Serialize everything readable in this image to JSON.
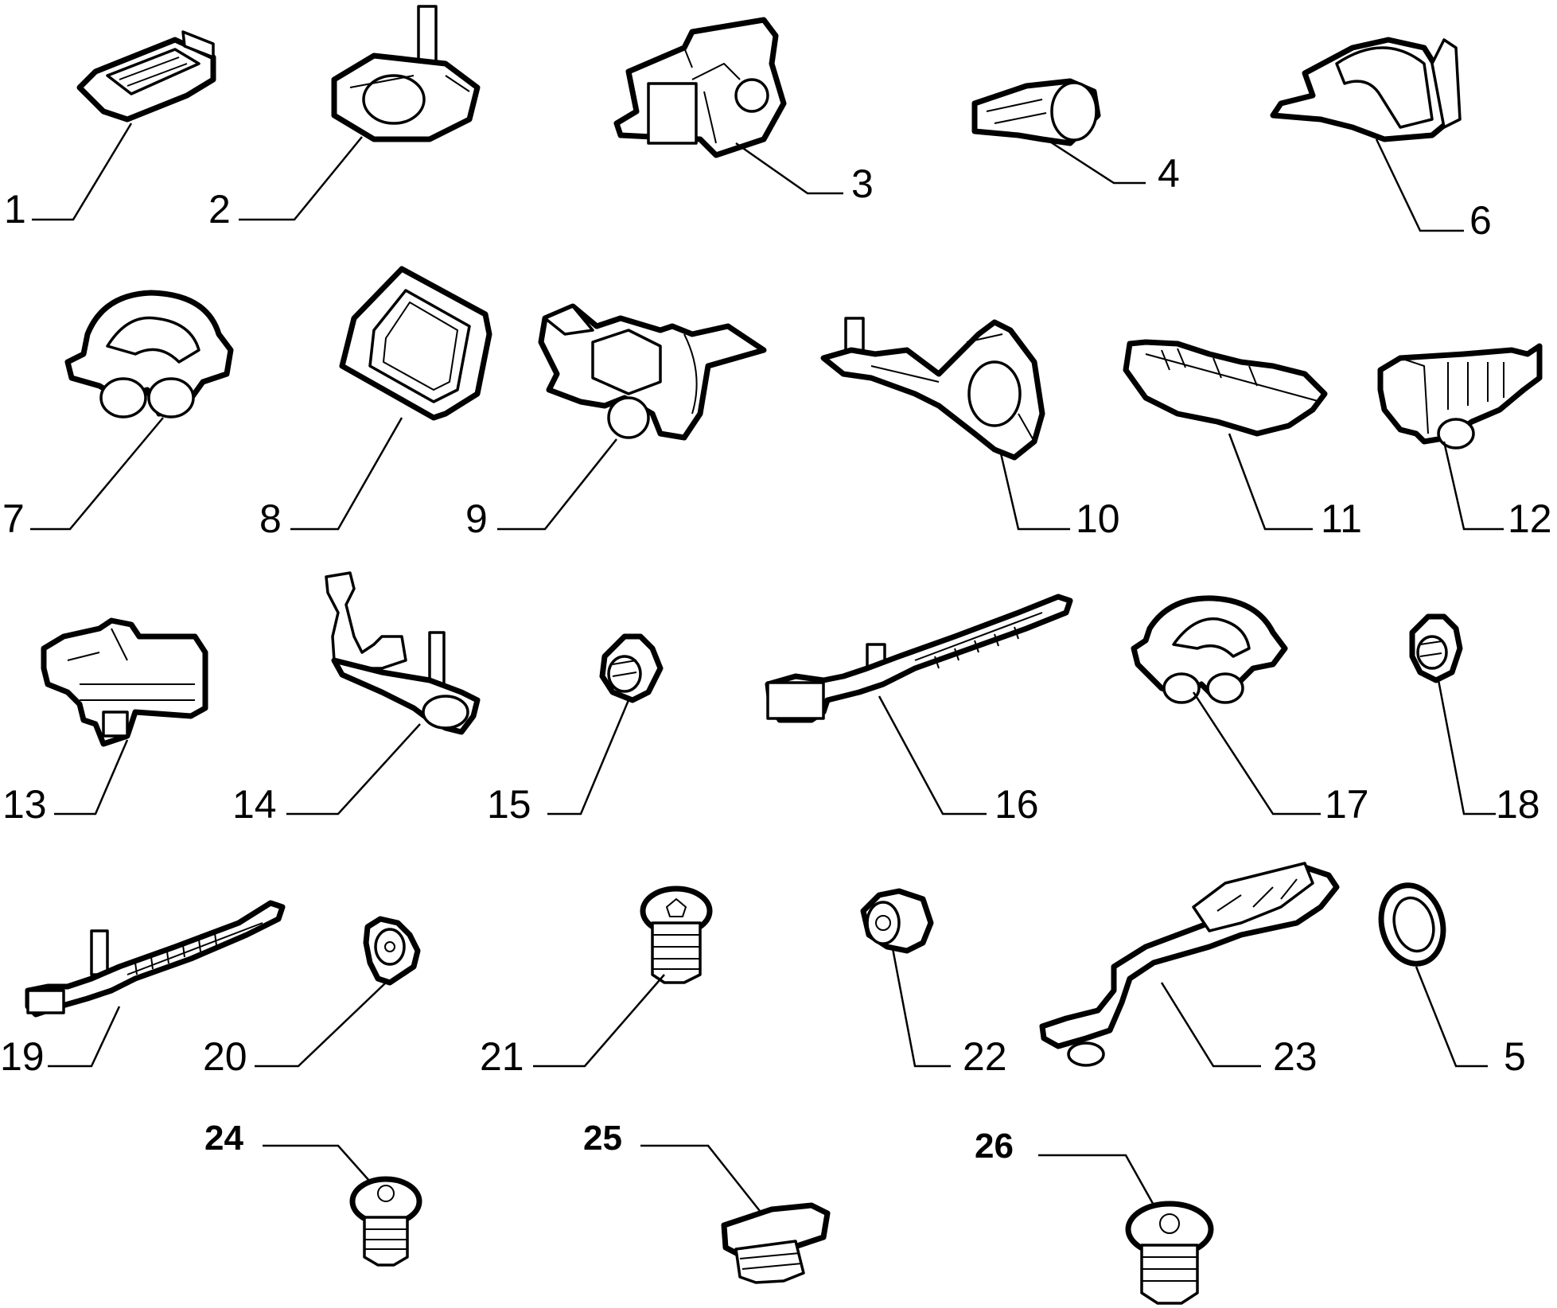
{
  "labels": {
    "p1": "1",
    "p2": "2",
    "p3": "3",
    "p4": "4",
    "p5": "5",
    "p6": "6",
    "p7": "7",
    "p8": "8",
    "p9": "9",
    "p10": "10",
    "p11": "11",
    "p12": "12",
    "p13": "13",
    "p14": "14",
    "p15": "15",
    "p16": "16",
    "p17": "17",
    "p18": "18",
    "p19": "19",
    "p20": "20",
    "p21": "21",
    "p22": "22",
    "p23": "23",
    "p24": "24",
    "p25": "25",
    "p26": "26"
  },
  "colors": {
    "ink": "#000000",
    "paper": "#ffffff"
  }
}
